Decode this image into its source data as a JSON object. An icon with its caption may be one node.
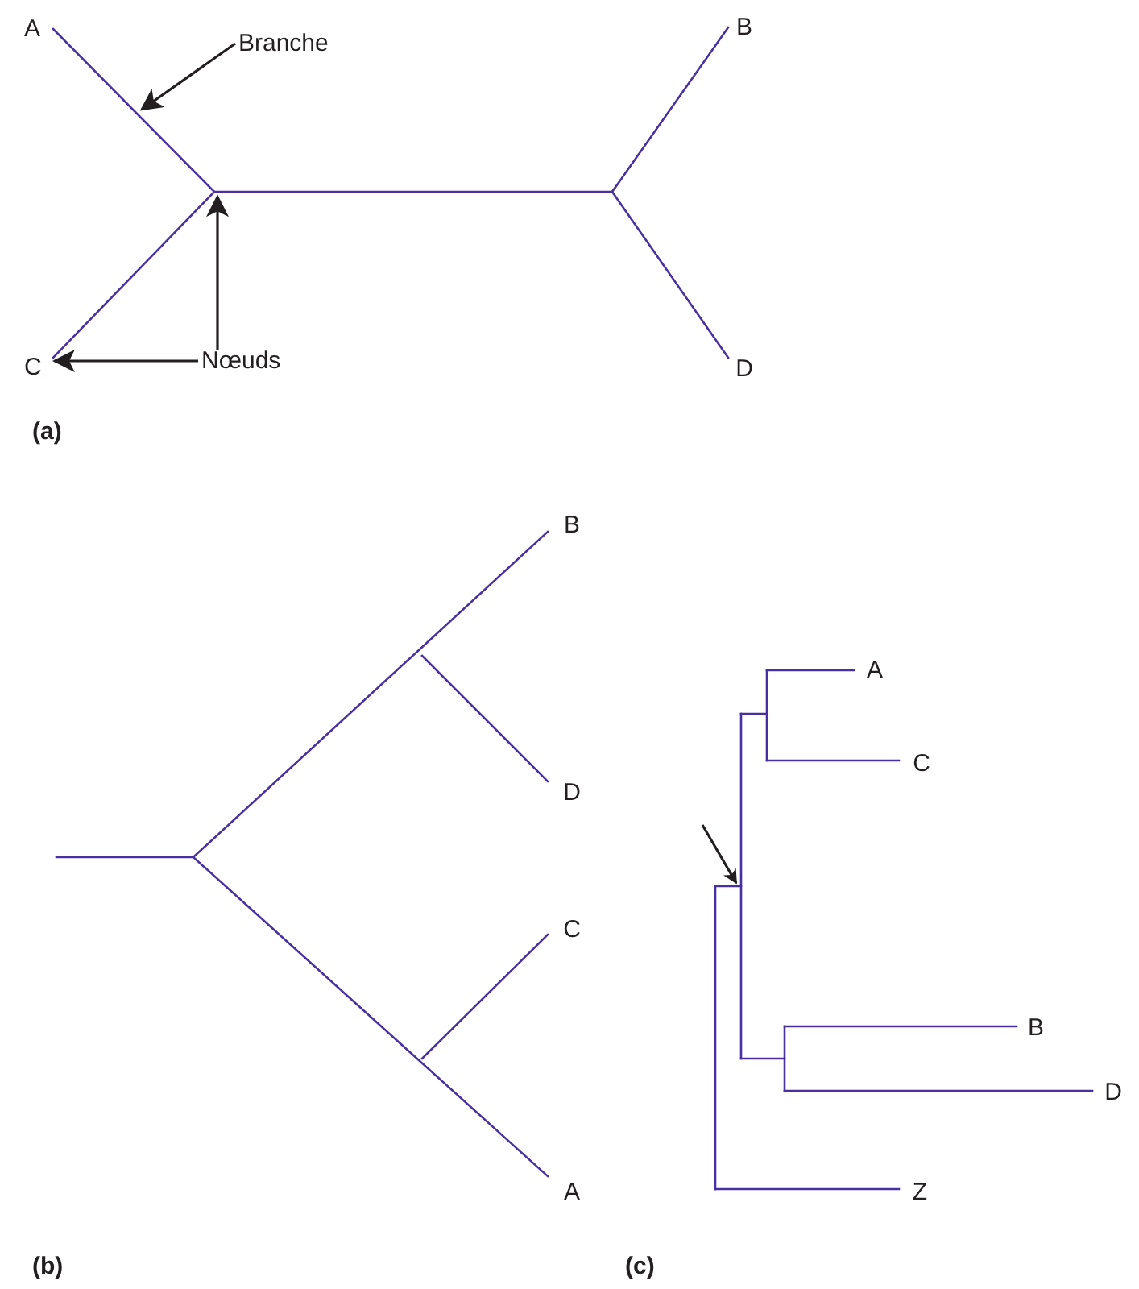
{
  "diagram": {
    "nodes": [
      {
        "text": [
          "Branche"
        ]
      },
      {
        "text": [
          "Nœuds"
        ]
      },
      {
        "text": [
          "C"
        ]
      }
    ],
    "edges": [
      {
        "from": 0,
        "to": null,
        "arrow": "to"
      },
      {
        "from": 1,
        "to": null,
        "arrow": "to"
      },
      {
        "from": 1,
        "to": 2,
        "arrow": "to"
      }
    ],
    "labels": [
      "A",
      "B",
      "D",
      "(a)",
      "B",
      "D",
      "C",
      "A",
      "(b)",
      "A",
      "C",
      "B",
      "D",
      "Z",
      "(c)"
    ]
  }
}
